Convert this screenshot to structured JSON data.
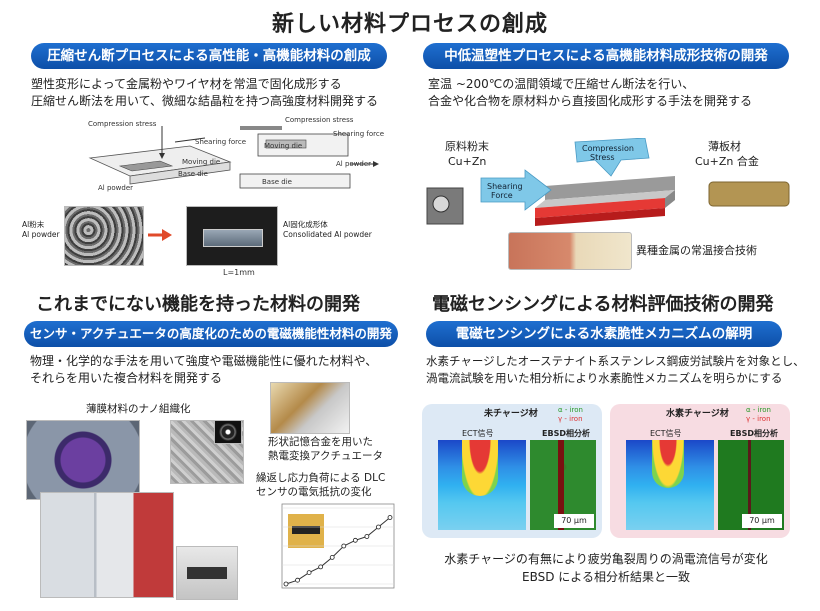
{
  "title": "新しい材料プロセスの創成",
  "q1": {
    "pill": "圧縮せん断プロセスによる高性能・高機能材料の創成",
    "desc_lines": [
      "塑性変形によって金属粉やワイヤ材を常温で固化成形する",
      "圧縮せん断法を用いて、微細な結晶粒を持つ高強度材料開発する"
    ],
    "diagram": {
      "compression_stress": "Compression stress",
      "shearing_force": "Shearing force",
      "moving_die": "Moving die",
      "base_die": "Base die",
      "al_powder": "Al powder",
      "compression_stress_r": "Compression stress",
      "shearing_force_r": "Shearing force",
      "moving_die_r": "Moving die",
      "al_powder_r": "Al powder",
      "base_die_r": "Base die"
    },
    "photo_left": [
      "Al粉末",
      "Al powder"
    ],
    "photo_right": [
      "Al固化成形体",
      "Consolidated Al powder"
    ],
    "scale": "L=1mm"
  },
  "q2": {
    "pill": "中低温塑性プロセスによる高機能材料成形技術の開発",
    "desc_lines": [
      "室温 ~200℃の温間領域で圧縮せん断法を行い、",
      "合金や化合物を原材料から直接固化成形する手法を開発する"
    ],
    "raw_label": [
      "原料粉末",
      "Cu+Zn"
    ],
    "sheet_label": [
      "薄板材",
      "Cu+Zn 合金"
    ],
    "compression": [
      "Compression",
      "Stress"
    ],
    "shearing": [
      "Shearing",
      "Force"
    ],
    "joint_caption": "異種金属の常温接合技術"
  },
  "q3": {
    "title": "これまでにない機能を持った材料の開発",
    "pill": "センサ・アクチュエータの高度化のための電磁機能性材料の開発",
    "desc_lines": [
      "物理・化学的な手法を用いて強度や電磁機能性に優れた材料や、",
      "それらを用いた複合材料を開発する"
    ],
    "nano_caption": "薄膜材料のナノ組織化",
    "actuator_caption": [
      "形状記憶合金を用いた",
      "熱電変換アクチュエータ"
    ],
    "dlc_caption": [
      "繰返し応力負荷による DLC",
      "センサの電気抵抗の変化"
    ],
    "chart_data": {
      "type": "line",
      "x": [
        0,
        1,
        2,
        3,
        4,
        5,
        6,
        7,
        8
      ],
      "values": [
        0.0,
        0.1,
        0.3,
        0.45,
        0.7,
        1.0,
        1.15,
        1.25,
        1.5,
        1.75
      ],
      "ylim": [
        0,
        2
      ]
    }
  },
  "q4": {
    "title": "電磁センシングによる材料評価技術の開発",
    "pill": "電磁センシングによる水素脆性メカニズムの解明",
    "desc_lines": [
      "水素チャージしたオーステナイト系ステンレス鋼疲労試験片を対象とし、",
      "渦電流試験を用いた相分析により水素脆性メカニズムを明らかにする"
    ],
    "panel_left": {
      "title": "未チャージ材",
      "ect": "ECT信号",
      "ebsd": "EBSD相分析",
      "legend": [
        "α - iron",
        "γ - iron"
      ],
      "scale": "70 μm"
    },
    "panel_right": {
      "title": "水素チャージ材",
      "ect": "ECT信号",
      "ebsd": "EBSD相分析",
      "legend": [
        "α - iron",
        "γ - iron"
      ],
      "scale": "70 μm"
    },
    "caption_lines": [
      "水素チャージの有無により疲労亀裂周りの渦電流信号が変化",
      "EBSD による相分析結果と一致"
    ]
  },
  "colors": {
    "pill": "#1a62c4",
    "panel_left_bg": "#dde9f5",
    "panel_right_bg": "#f7dce2"
  }
}
